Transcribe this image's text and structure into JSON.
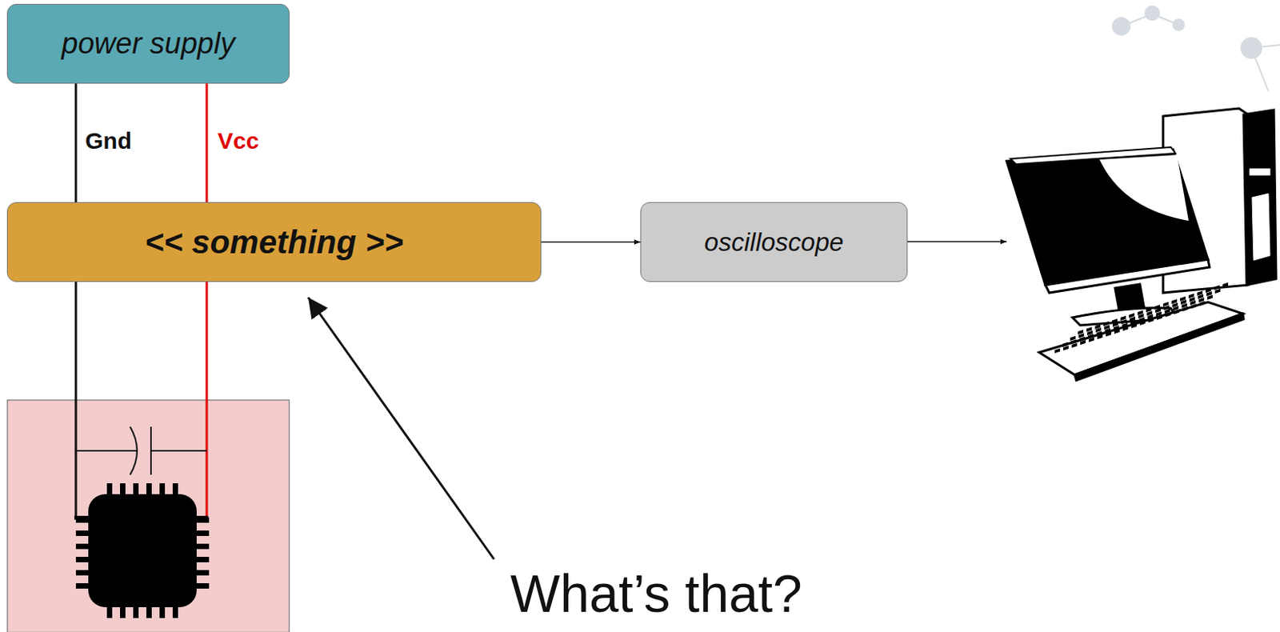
{
  "diagram": {
    "nodes": [
      {
        "text": [
          "power supply"
        ]
      },
      {
        "text": [
          "<< something >>"
        ]
      },
      {
        "text": [
          "oscilloscope"
        ]
      }
    ],
    "edges": [
      {
        "from": 0,
        "to": 1,
        "arrow": "none",
        "label": "Gnd"
      },
      {
        "from": 0,
        "to": 1,
        "arrow": "none",
        "label": "Vcc"
      },
      {
        "from": 1,
        "to": 2,
        "arrow": "to"
      }
    ],
    "labels": [
      "What’s that?"
    ]
  }
}
